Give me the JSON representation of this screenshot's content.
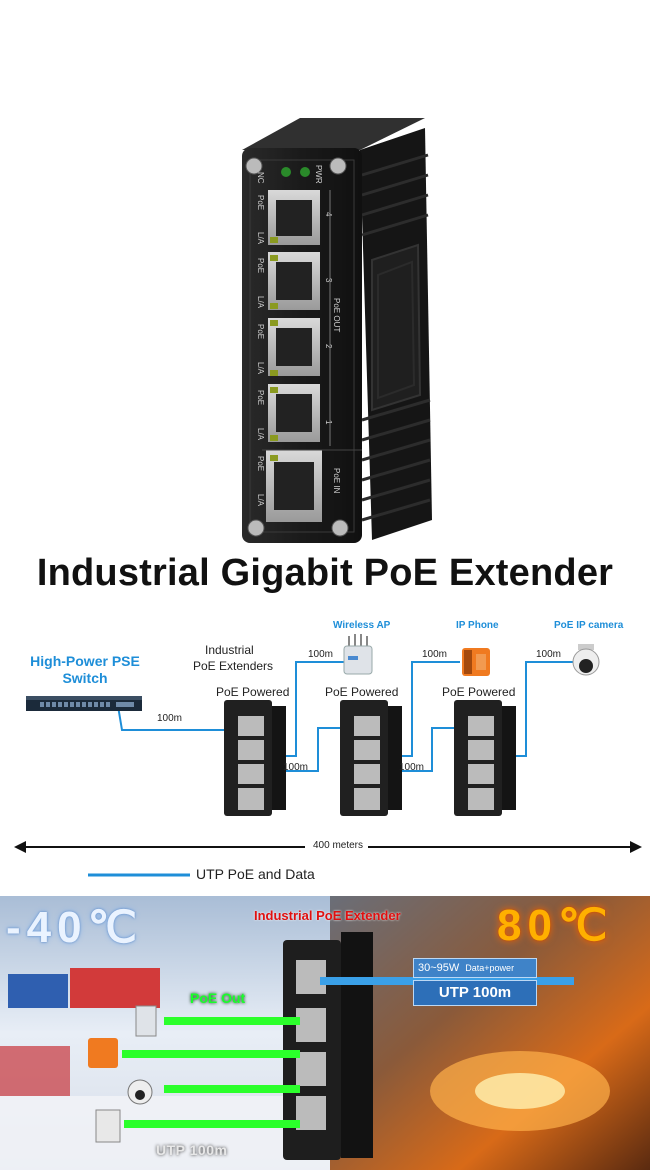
{
  "product": {
    "title": "Industrial Gigabit PoE Extender",
    "labels": {
      "nc": "NC",
      "pwr": "PWR",
      "poe": "PoE",
      "la": "L/A",
      "poe_out": "PoE OUT",
      "poe_in": "PoE IN",
      "port1": "1",
      "port2": "2",
      "port3": "3",
      "port4": "4"
    }
  },
  "diagram": {
    "pse_switch_line1": "High-Power PSE",
    "pse_switch_line2": "Switch",
    "extenders_line1": "Industrial",
    "extenders_line2": "PoE Extenders",
    "poe_powered": "PoE Powered",
    "wireless_ap": "Wireless AP",
    "ip_phone": "IP Phone",
    "ip_camera": "PoE IP camera",
    "segment": "100m",
    "total_distance": "400 meters",
    "legend": "UTP PoE and Data"
  },
  "temperature": {
    "cold": "-40℃",
    "hot": "80℃",
    "extender_label": "Industrial PoE Extender",
    "poe_out": "PoE  Out",
    "power_range": "30~95W",
    "data_power": "Data+power",
    "utp_spec": "UTP  100m",
    "utp_bottom": "UTP  100m"
  },
  "colors": {
    "cable_blue": "#1e8ed8",
    "poe_green": "#2bff2b",
    "title_red": "#e01010",
    "hot_orange": "#ffb000"
  }
}
